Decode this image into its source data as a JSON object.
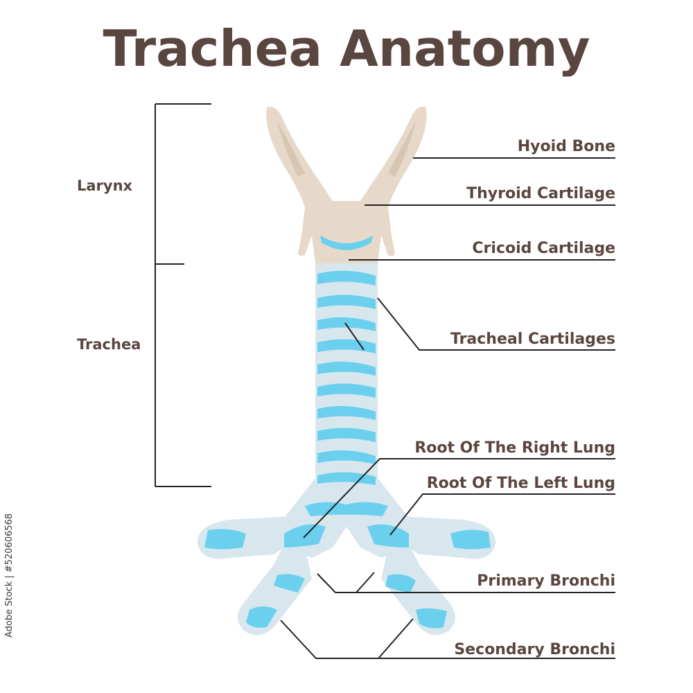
{
  "title": "Trachea Anatomy",
  "sections": {
    "larynx": "Larynx",
    "trachea": "Trachea"
  },
  "labels": {
    "hyoid_bone": "Hyoid Bone",
    "thyroid_cartilage": "Thyroid Cartilage",
    "cricoid_cartilage": "Cricoid Cartilage",
    "tracheal_cartilages": "Tracheal Cartilages",
    "root_right_lung": "Root Of The Right Lung",
    "root_left_lung": "Root Of The Left Lung",
    "primary_bronchi": "Primary Bronchi",
    "secondary_bronchi": "Secondary Bronchi"
  },
  "watermark": "Adobe Stock | #520606568",
  "colors": {
    "text": "#5a4640",
    "bone": "#e6d9c9",
    "trachea_light": "#d8e6ee",
    "trachea_blue": "#6ad0ee",
    "line": "#222222"
  }
}
